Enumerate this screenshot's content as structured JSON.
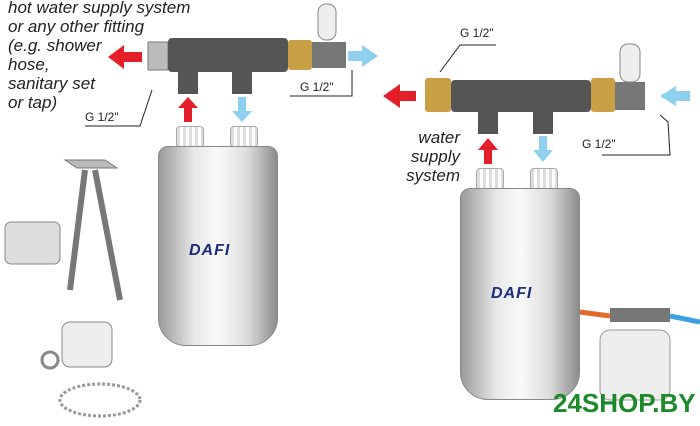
{
  "left_caption": [
    "hot water supply system",
    "or any other fitting",
    "(e.g. shower",
    "hose,",
    "sanitary set",
    "or tap)"
  ],
  "right_caption": [
    "water",
    "supply",
    "system"
  ],
  "thread_labels": [
    "G 1/2\"",
    "G 1/2\"",
    "G 1/2\"",
    "G 1/2\""
  ],
  "brand_logo": "DAFI",
  "watermark": "24SHOP.BY",
  "colors": {
    "hot_arrow": "#e3202a",
    "cold_arrow": "#8fd0f0",
    "watermark": "#1c8a2a",
    "logo": "#1a2d7a"
  }
}
